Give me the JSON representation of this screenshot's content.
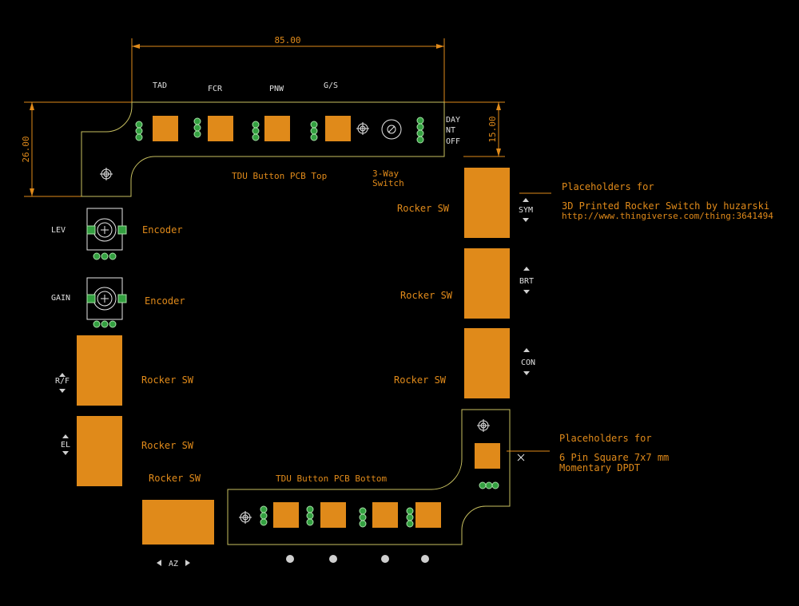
{
  "dimensions": {
    "width": "85.00",
    "height_left": "26.00",
    "height_right": "15.00"
  },
  "top_pcb": {
    "title": "TDU Button PCB Top",
    "buttons": [
      "TAD",
      "FCR",
      "PNW",
      "G/S"
    ],
    "switch_positions": [
      "DAY",
      "NT",
      "OFF"
    ],
    "switch_label_line1": "3-Way",
    "switch_label_line2": "Switch"
  },
  "left_column": {
    "encoders": [
      {
        "silk": "LEV",
        "label": "Encoder"
      },
      {
        "silk": "GAIN",
        "label": "Encoder"
      }
    ],
    "rockers": [
      {
        "silk": "R/F",
        "label": "Rocker SW"
      },
      {
        "silk": "EL",
        "label": "Rocker SW"
      }
    ],
    "bottom_rocker": {
      "silk": "AZ",
      "label": "Rocker SW"
    }
  },
  "right_column": {
    "rockers": [
      {
        "silk": "SYM",
        "label": "Rocker SW"
      },
      {
        "silk": "BRT",
        "label": "Rocker SW"
      },
      {
        "silk": "CON",
        "label": "Rocker SW"
      }
    ]
  },
  "bottom_pcb": {
    "title": "TDU Button PCB Bottom"
  },
  "notes": {
    "rocker_note_1": "Placeholders for",
    "rocker_note_2": "3D Printed Rocker Switch by huzarski",
    "rocker_note_3": "http://www.thingiverse.com/thing:3641494",
    "button_note_1": "Placeholders for",
    "button_note_2": "6 Pin Square 7x7 mm",
    "button_note_3": "Momentary DPDT"
  },
  "colors": {
    "background": "#000000",
    "copper": "#e08a1a",
    "board_outline": "#c8c060",
    "via_ring": "#33a040",
    "silkscreen": "#e0e0e0"
  }
}
